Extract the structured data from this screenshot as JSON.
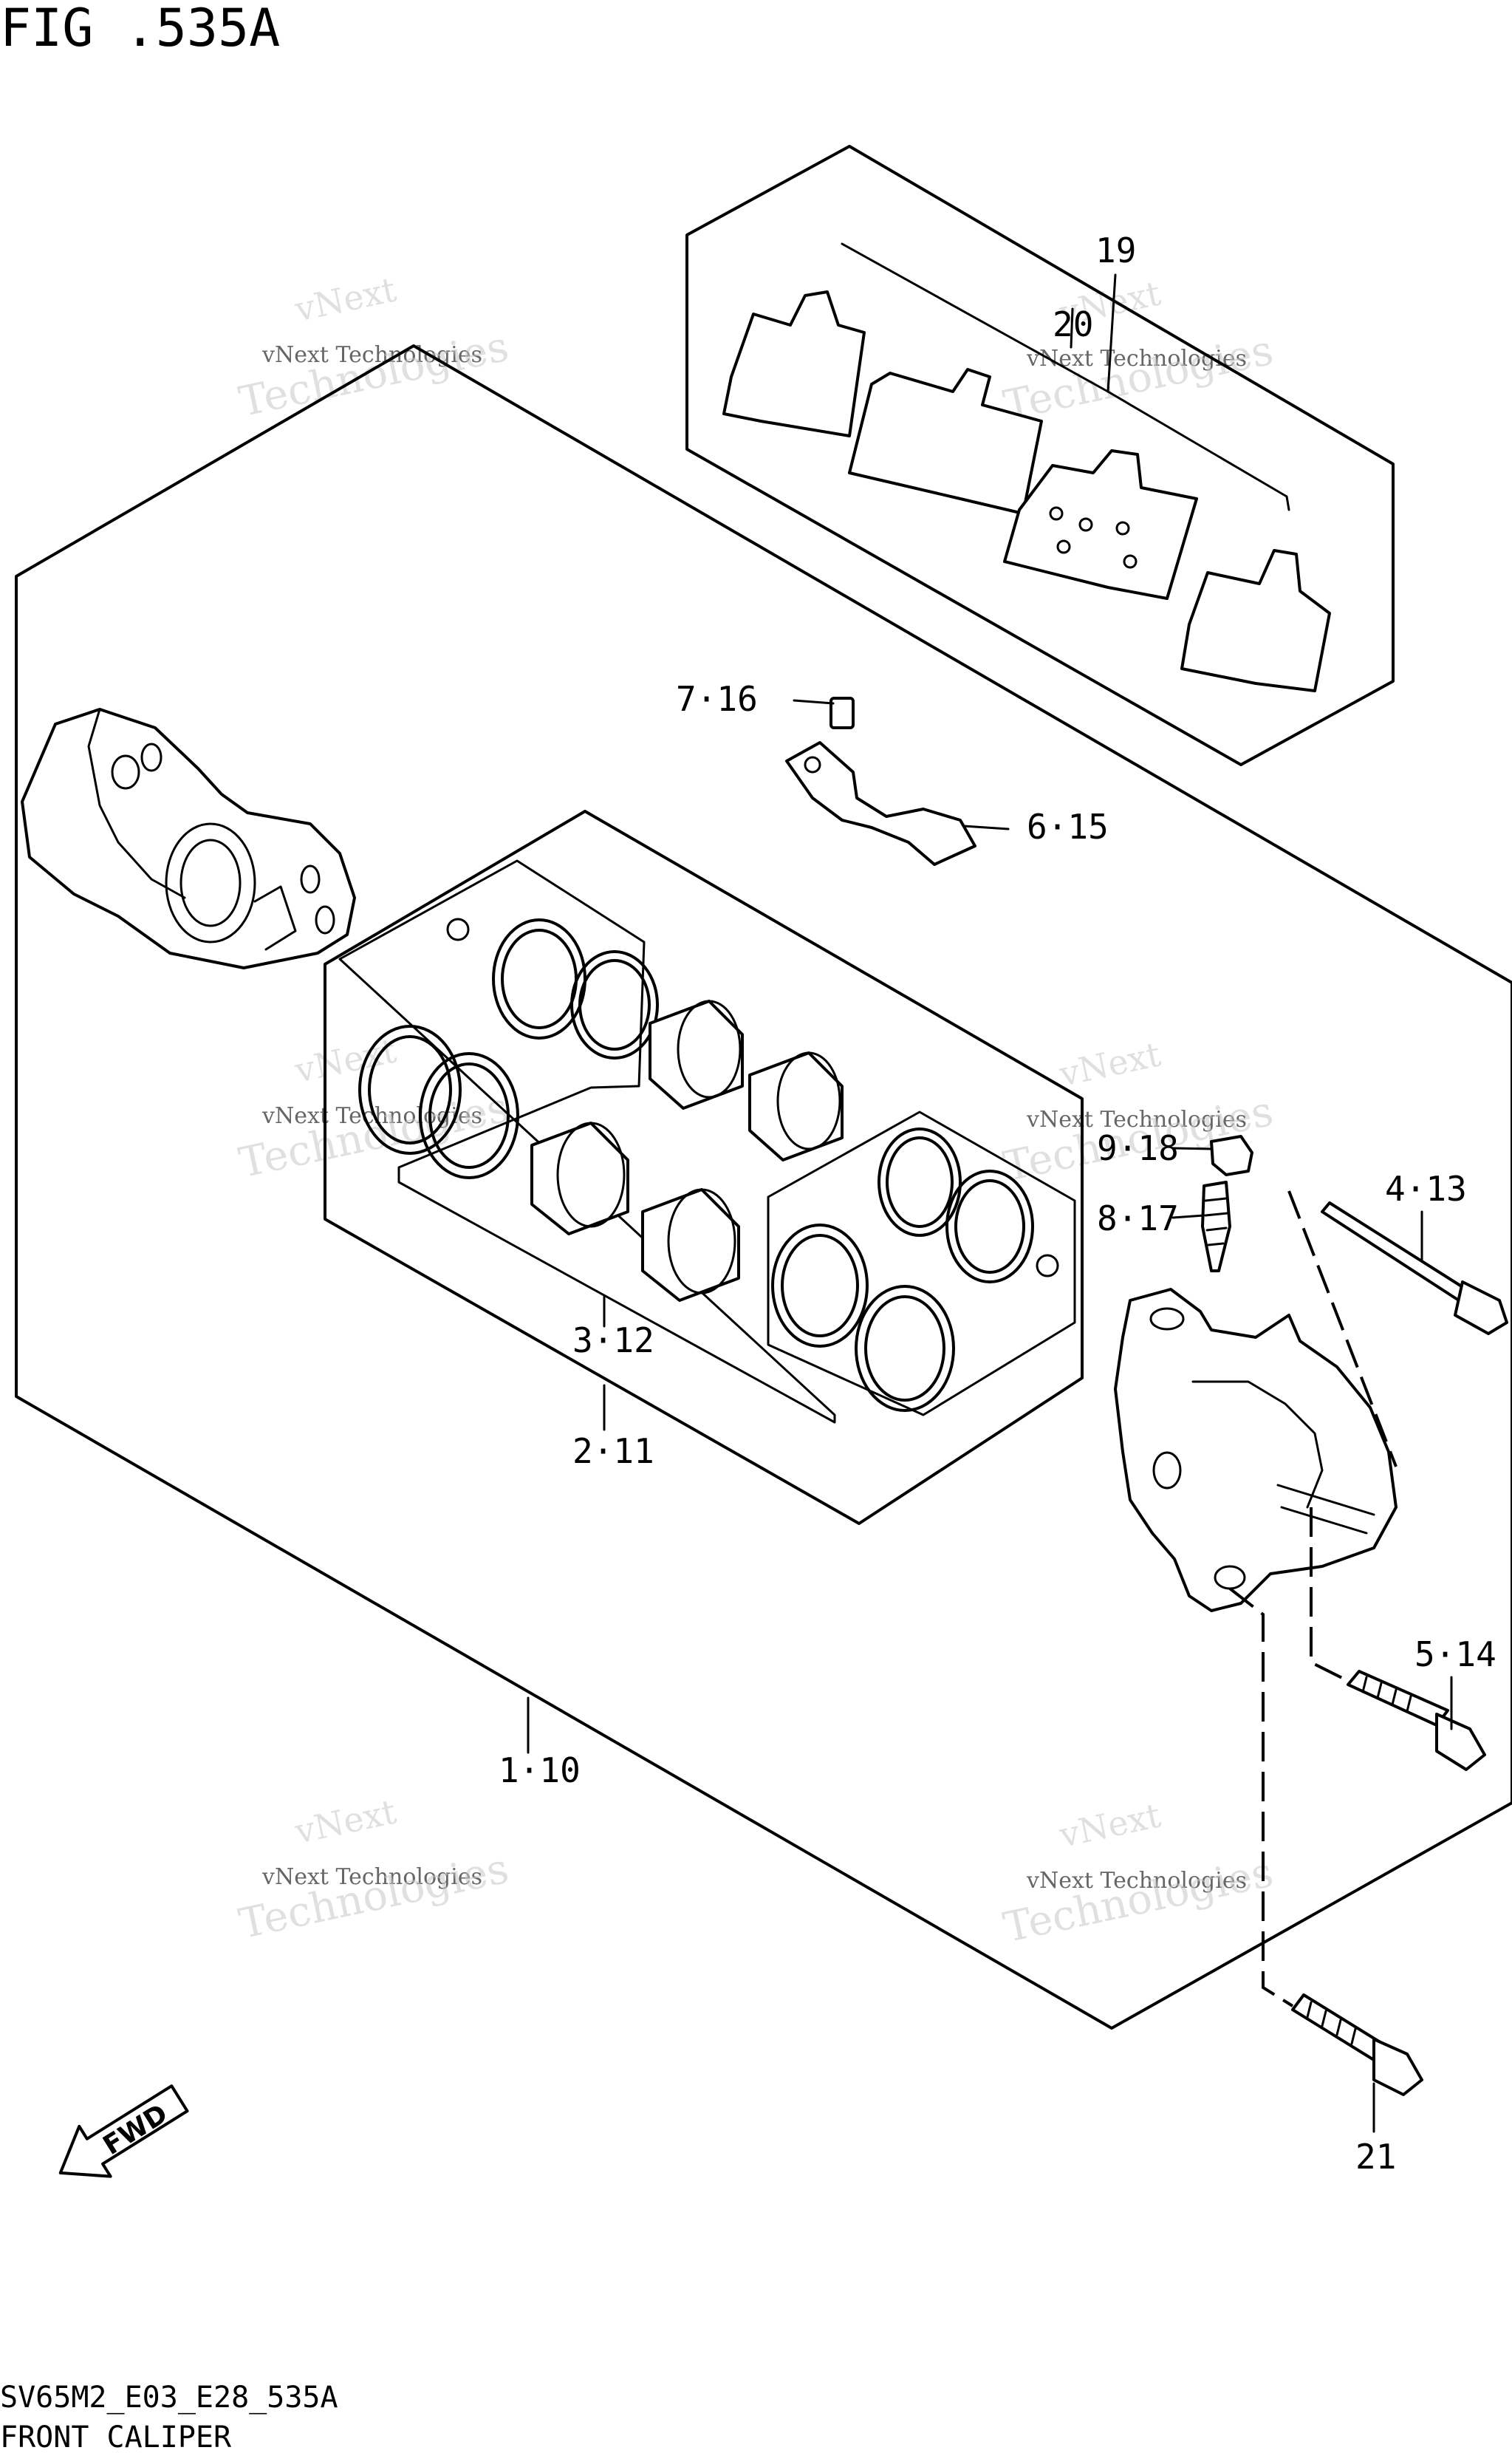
{
  "figure": {
    "title": "FIG .535A"
  },
  "footer": {
    "code": "SV65M2_E03_E28_535A",
    "caption": "FRONT CALIPER"
  },
  "fwd_arrow": {
    "label": "FWD"
  },
  "callouts": {
    "c19": "19",
    "c20": "20",
    "c7_16": "7·16",
    "c6_15": "6·15",
    "c9_18": "9·18",
    "c8_17": "8·17",
    "c4_13": "4·13",
    "c3_12": "3·12",
    "c2_11": "2·11",
    "c5_14": "5·14",
    "c1_10": "1·10",
    "c21": "21"
  },
  "watermark": {
    "line1": "vNext",
    "line2": "vNext Technologies",
    "line3": "Technologies"
  },
  "colors": {
    "ink": "#000000",
    "paper": "#ffffff",
    "watermark": "#c8c8c8"
  }
}
